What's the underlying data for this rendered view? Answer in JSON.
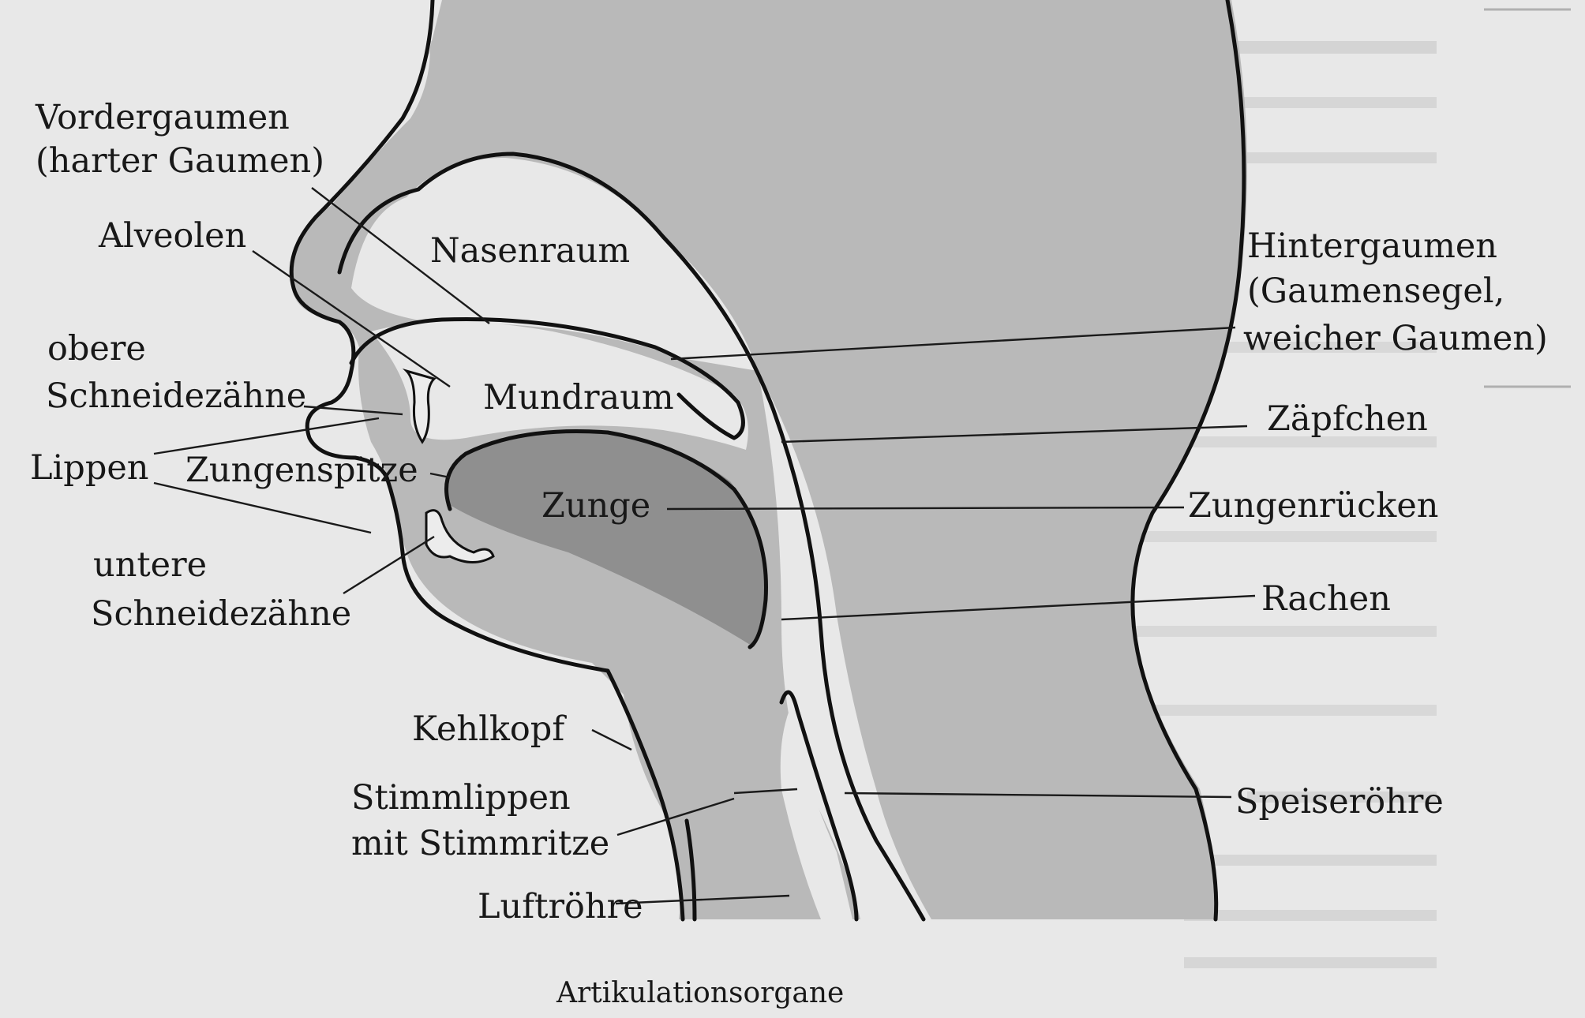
{
  "labels": {
    "vordergaumen_1": "Vordergaumen",
    "vordergaumen_2": "(harter Gaumen)",
    "alveolen": "Alveolen",
    "nasenraum": "Nasenraum",
    "hintergaumen_1": "Hintergaumen",
    "hintergaumen_2": "(Gaumensegel,",
    "hintergaumen_3": "weicher Gaumen)",
    "obere_1": "obere",
    "obere_2": "Schneidezähne",
    "mundraum": "Mundraum",
    "zaepfchen": "Zäpfchen",
    "lippen": "Lippen",
    "zungenspitze": "Zungenspitze",
    "zunge": "Zunge",
    "zungenruecken": "Zungenrücken",
    "untere_1": "untere",
    "untere_2": "Schneidezähne",
    "rachen": "Rachen",
    "kehlkopf": "Kehlkopf",
    "stimmlippen_1": "Stimmlippen",
    "stimmlippen_2": "mit Stimmritze",
    "speiseroehre": "Speiseröhre",
    "luftroehre": "Luftröhre"
  },
  "caption": "Artikulationsorgane",
  "colors": {
    "paper": "#e8e8e8",
    "tissue": "#b9b9b9",
    "tongue": "#8f8f8f",
    "ink": "#111111"
  }
}
